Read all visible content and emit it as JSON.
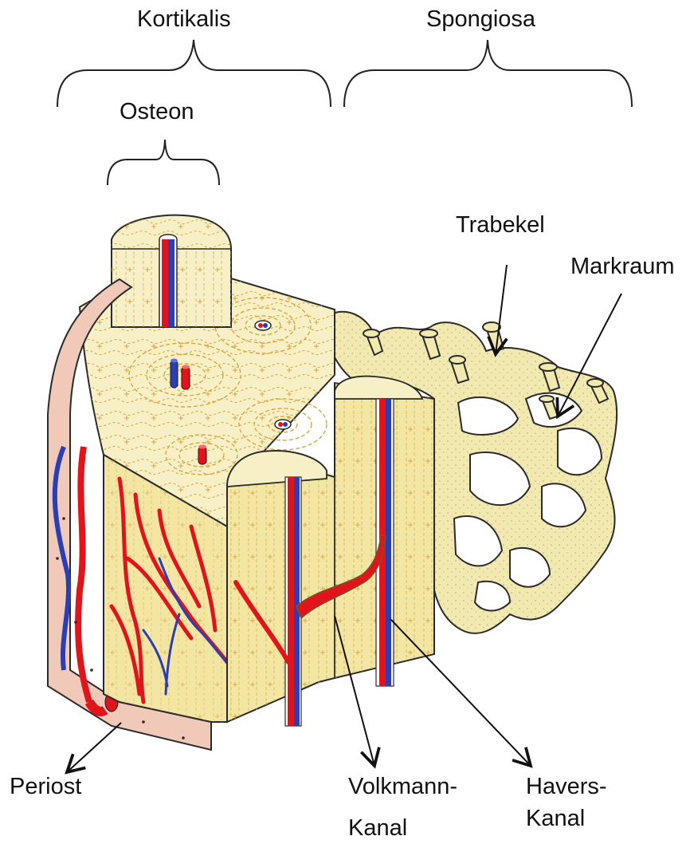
{
  "labels": {
    "kortikalis": "Kortikalis",
    "spongiosa": "Spongiosa",
    "osteon": "Osteon",
    "trabekel": "Trabekel",
    "markraum": "Markraum",
    "periost": "Periost",
    "volkmann_line1": "Volkmann-",
    "volkmann_line2": "Kanal",
    "havers_line1": "Havers-",
    "havers_line2": "Kanal"
  },
  "colors": {
    "bone": "#f2e9b0",
    "bone_light": "#f7f0c6",
    "bone_shade": "#e3d68c",
    "lamella": "#d8a640",
    "artery": "#e0141a",
    "vein": "#2a3fb4",
    "periost": "#f0c9b8",
    "outline": "#2a2a2a",
    "marrow_dark": "#c9b96a"
  }
}
